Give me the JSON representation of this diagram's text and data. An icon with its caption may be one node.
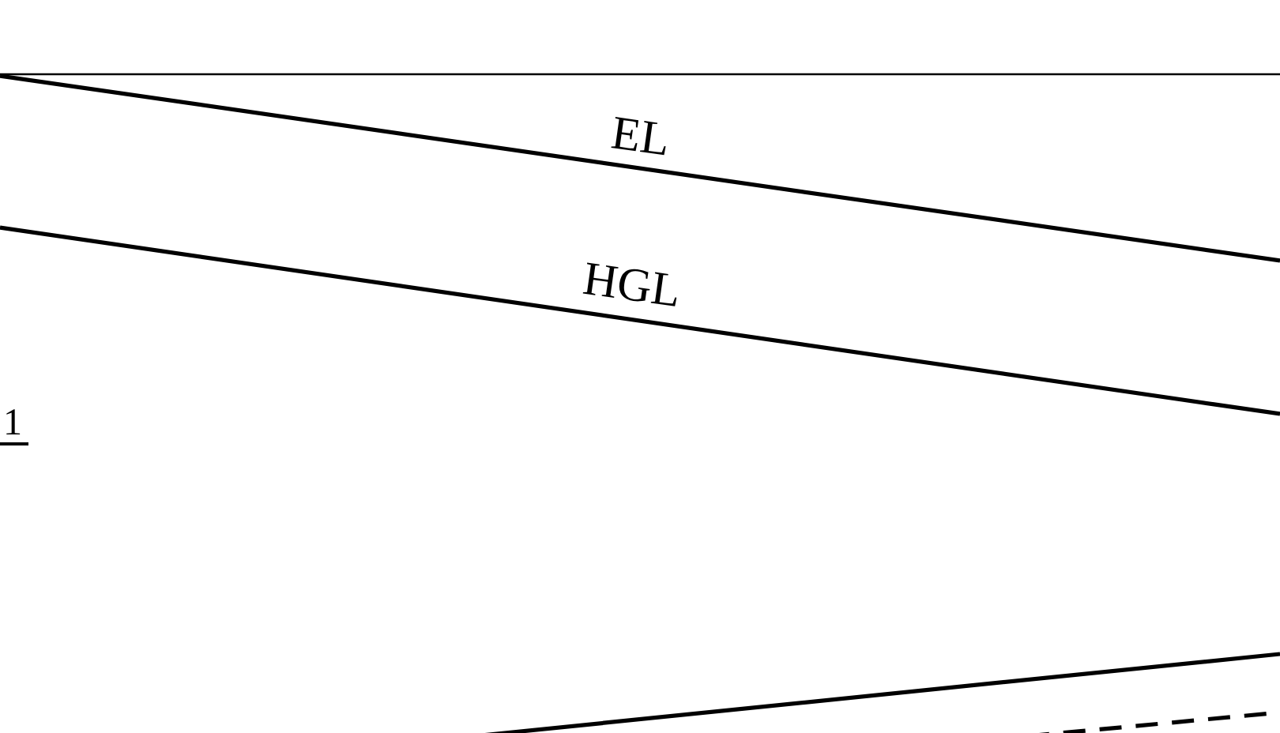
{
  "diagram": {
    "labels": [
      "EL",
      "HGL",
      "1"
    ]
  }
}
